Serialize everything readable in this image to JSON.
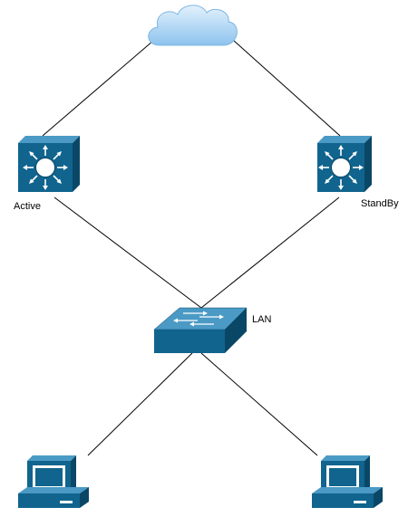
{
  "nodes": {
    "cloud": {
      "label": "",
      "icon": "cloud-icon"
    },
    "router_left": {
      "label": "Active",
      "icon": "layer3-switch-icon"
    },
    "router_right": {
      "label": "StandBy",
      "icon": "layer3-switch-icon"
    },
    "lan_switch": {
      "label": "LAN",
      "icon": "switch-icon"
    },
    "pc_left": {
      "label": "",
      "icon": "pc-icon"
    },
    "pc_right": {
      "label": "",
      "icon": "pc-icon"
    }
  },
  "colors": {
    "device_fill": "#10648e",
    "device_light": "#4a9ac5",
    "device_dark": "#0a4766",
    "cloud_fill": "#a8d2f2",
    "link": "#000000"
  }
}
